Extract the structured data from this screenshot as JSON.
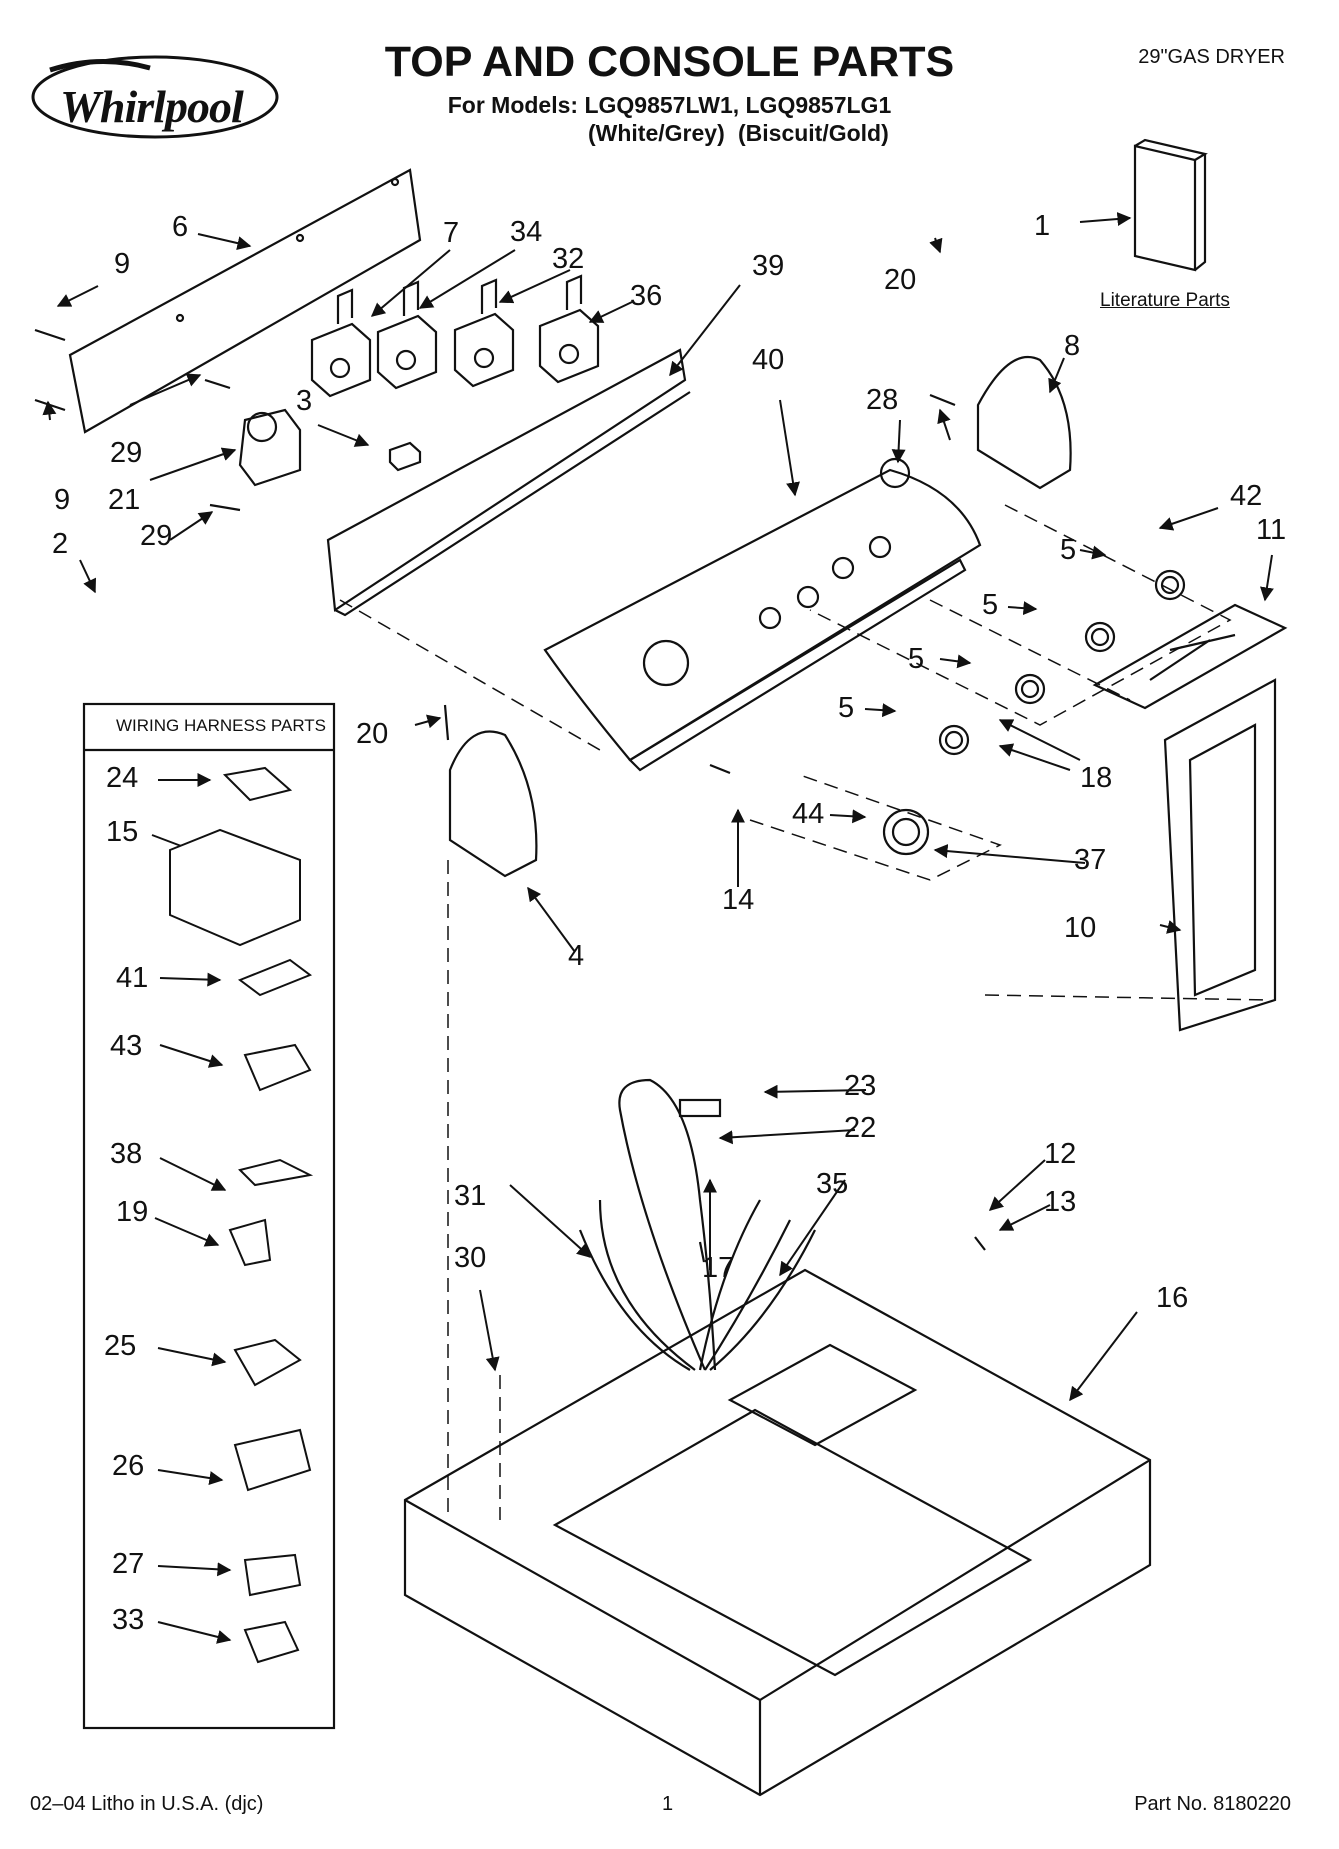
{
  "brand": "Whirlpool",
  "title": "TOP AND CONSOLE PARTS",
  "subtitle": "For Models: LGQ9857LW1, LGQ9857LG1",
  "variants": [
    "(White/Grey)",
    "(Biscuit/Gold)"
  ],
  "product": "29\"GAS DRYER",
  "literature_label": "Literature Parts",
  "wiring_harness_title": "WIRING HARNESS PARTS",
  "footer": {
    "print_info": "02–04 Litho in U.S.A. (djc)",
    "page_number": "1",
    "part_number": "Part No. 8180220"
  },
  "callouts": {
    "c1": "1",
    "c2": "2",
    "c3": "3",
    "c4": "4",
    "c5a": "5",
    "c5b": "5",
    "c5c": "5",
    "c5d": "5",
    "c6": "6",
    "c7": "7",
    "c8": "8",
    "c9a": "9",
    "c9b": "9",
    "c10": "10",
    "c11": "11",
    "c12": "12",
    "c13": "13",
    "c14": "14",
    "c16": "16",
    "c17": "17",
    "c18": "18",
    "c20a": "20",
    "c20b": "20",
    "c21": "21",
    "c22": "22",
    "c23": "23",
    "c28": "28",
    "c29a": "29",
    "c29b": "29",
    "c30": "30",
    "c31": "31",
    "c32": "32",
    "c34": "34",
    "c35": "35",
    "c36": "36",
    "c37": "37",
    "c39": "39",
    "c40": "40",
    "c42": "42",
    "c44": "44"
  },
  "harness_callouts": {
    "c24": "24",
    "c15": "15",
    "c41": "41",
    "c43": "43",
    "c38": "38",
    "c19": "19",
    "c25": "25",
    "c26": "26",
    "c27": "27",
    "c33": "33"
  }
}
